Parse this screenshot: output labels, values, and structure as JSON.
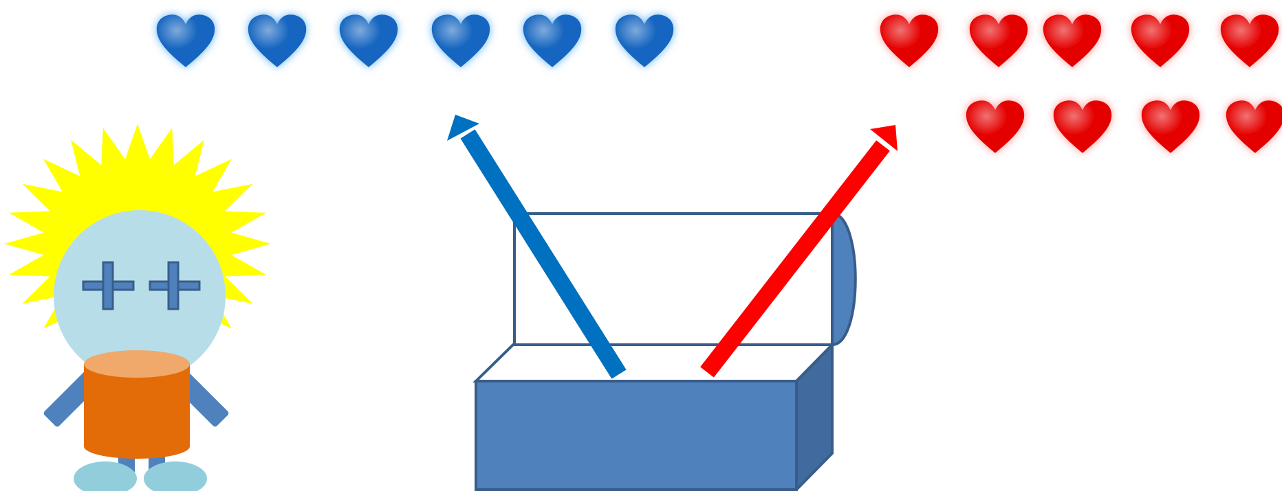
{
  "colors": {
    "blue_heart": "#1565c0",
    "blue_heart_glow": "#64b5f6",
    "red_heart": "#e50000",
    "red_heart_glow": "#ff9a9a",
    "blue_arrow": "#0070c0",
    "red_arrow": "#ff0000",
    "box_front": "#4f81bd",
    "box_side": "#416a9e",
    "box_outline": "#385d8a",
    "lid_fill": "#ffffff",
    "robot_hair": "#ffff00",
    "robot_head": "#b7dee8",
    "robot_eye": "#4f81bd",
    "robot_body": "#e36c09",
    "robot_collar": "#f0a96b",
    "robot_arm": "#4f81bd",
    "robot_foot": "#92cddc"
  },
  "hearts": {
    "blue": {
      "count": 6,
      "icon": "blue-heart-icon"
    },
    "red": {
      "count": 9,
      "icon": "red-heart-icon"
    }
  },
  "arrows": {
    "blue": {
      "icon": "blue-arrow",
      "direction": "up-left"
    },
    "red": {
      "icon": "red-arrow",
      "direction": "up-right"
    }
  },
  "box": {
    "icon": "open-box",
    "state": "open"
  },
  "character": {
    "icon": "robot-character",
    "eyes": "cross-eyes"
  }
}
